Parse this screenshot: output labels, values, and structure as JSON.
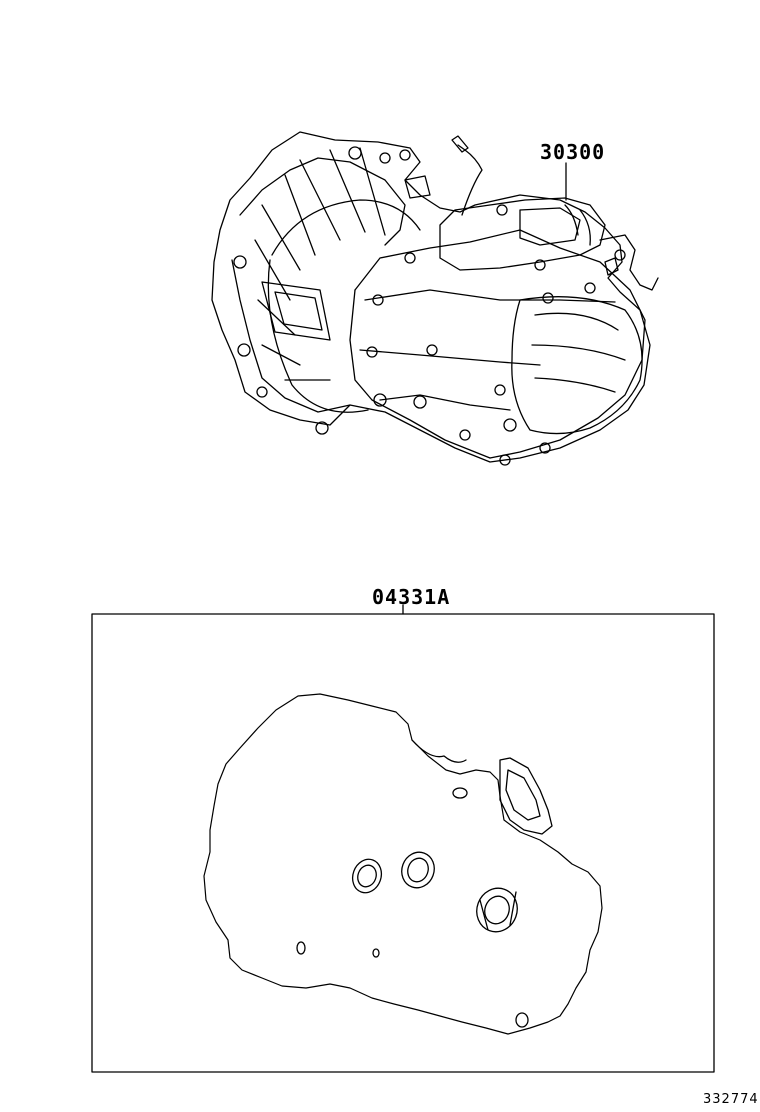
{
  "callouts": {
    "transaxle_assembly": "30300",
    "gasket_kit": "04331A"
  },
  "figure_number": "332774"
}
